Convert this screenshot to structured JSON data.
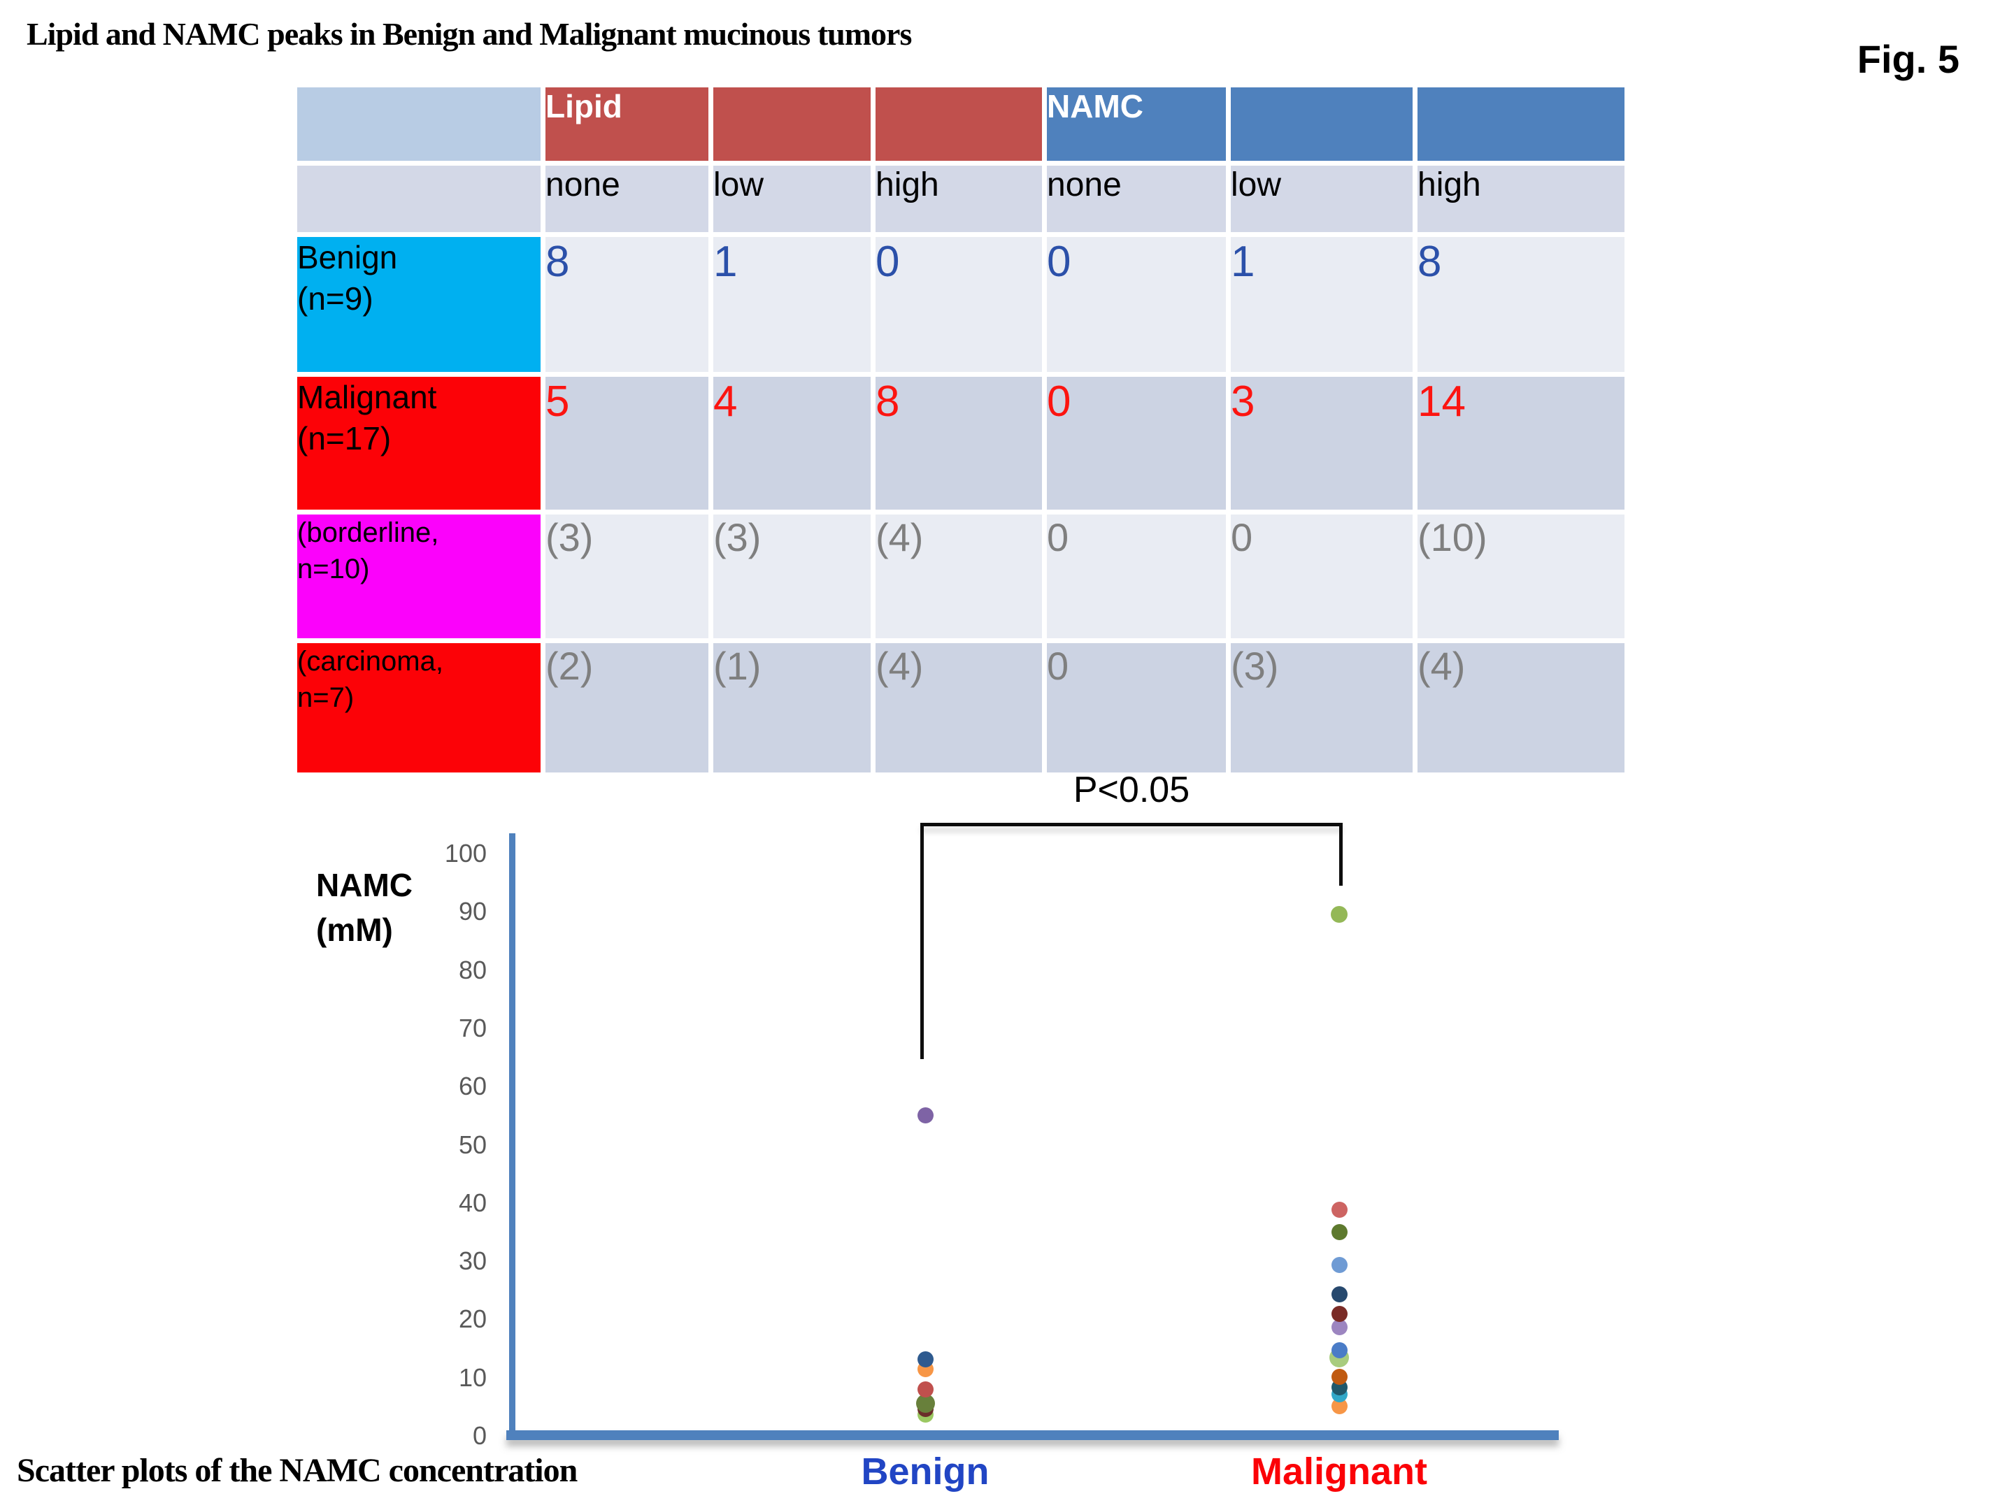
{
  "figure_label": "Fig. 5",
  "title": "Lipid and NAMC peaks in Benign and Malignant mucinous tumors",
  "caption": "Scatter plots of the NAMC concentration",
  "table": {
    "group_headers": [
      {
        "label": "Lipid",
        "color": "#C0504D"
      },
      {
        "label": "NAMC",
        "color": "#4F81BD"
      }
    ],
    "sub_headers": [
      "none",
      "low",
      "high",
      "none",
      "low",
      "high"
    ],
    "rows": [
      {
        "label_line1": "Benign",
        "label_line2": "(n=9)",
        "label_bg": "#00B0F0",
        "value_color": "#2B50A9",
        "cells": [
          "8",
          "1",
          "0",
          "0",
          "1",
          "8"
        ]
      },
      {
        "label_line1": "Malignant",
        "label_line2": "(n=17)",
        "label_bg": "#FC0207",
        "value_color": "#FC1410",
        "cells": [
          "5",
          "4",
          "8",
          "0",
          "3",
          "14"
        ]
      },
      {
        "label_line1": "(borderline,",
        "label_line2": "n=10)",
        "label_bg": "#FB02FB",
        "value_color": "#7F7F7F",
        "cells": [
          "(3)",
          "(3)",
          "(4)",
          "0",
          "0",
          "(10)"
        ]
      },
      {
        "label_line1": "(carcinoma,",
        "label_line2": "n=7)",
        "label_bg": "#FC0207",
        "value_color": "#7F7F7F",
        "cells": [
          "(2)",
          "(1)",
          "(4)",
          "0",
          "(3)",
          "(4)"
        ]
      }
    ]
  },
  "chart_data": {
    "type": "scatter",
    "ylabel_line1": "NAMC",
    "ylabel_line2": "(mM)",
    "ylim": [
      0,
      100
    ],
    "yticks": [
      0,
      10,
      20,
      30,
      40,
      50,
      60,
      70,
      80,
      90,
      100
    ],
    "grid": false,
    "legend": false,
    "annotation": {
      "text": "P<0.05"
    },
    "axis_color": "#4F81BD",
    "tick_color": "#595959",
    "series": [
      {
        "name": "Benign",
        "label_color": "#2145C4",
        "points": [
          {
            "v": 55.0,
            "color": "#7E63A5"
          },
          {
            "v": 13.2,
            "color": "#2E5A8F"
          },
          {
            "v": 11.5,
            "color": "#F79646"
          },
          {
            "v": 8.0,
            "color": "#C0504D"
          },
          {
            "v": 5.6,
            "color": "#68803B",
            "d": 27
          },
          {
            "v": 4.6,
            "color": "#6B2E2A"
          },
          {
            "v": 3.7,
            "color": "#9BC862"
          }
        ]
      },
      {
        "name": "Malignant",
        "label_color": "#FB0207",
        "points": [
          {
            "v": 89.5,
            "color": "#94B857",
            "d": 24
          },
          {
            "v": 38.8,
            "color": "#CD6462"
          },
          {
            "v": 35.0,
            "color": "#5E7A2E"
          },
          {
            "v": 29.3,
            "color": "#6F9BD4"
          },
          {
            "v": 24.3,
            "color": "#27496E"
          },
          {
            "v": 21.0,
            "color": "#7A2B26"
          },
          {
            "v": 18.7,
            "color": "#9C85C0"
          },
          {
            "v": 14.7,
            "color": "#4A7CC7"
          },
          {
            "v": 13.5,
            "color": "#A8CC7E",
            "d": 28
          },
          {
            "v": 10.1,
            "color": "#C05A11"
          },
          {
            "v": 8.3,
            "color": "#20586B"
          },
          {
            "v": 7.1,
            "color": "#31A8C9"
          },
          {
            "v": 5.1,
            "color": "#F79646"
          }
        ]
      }
    ]
  }
}
